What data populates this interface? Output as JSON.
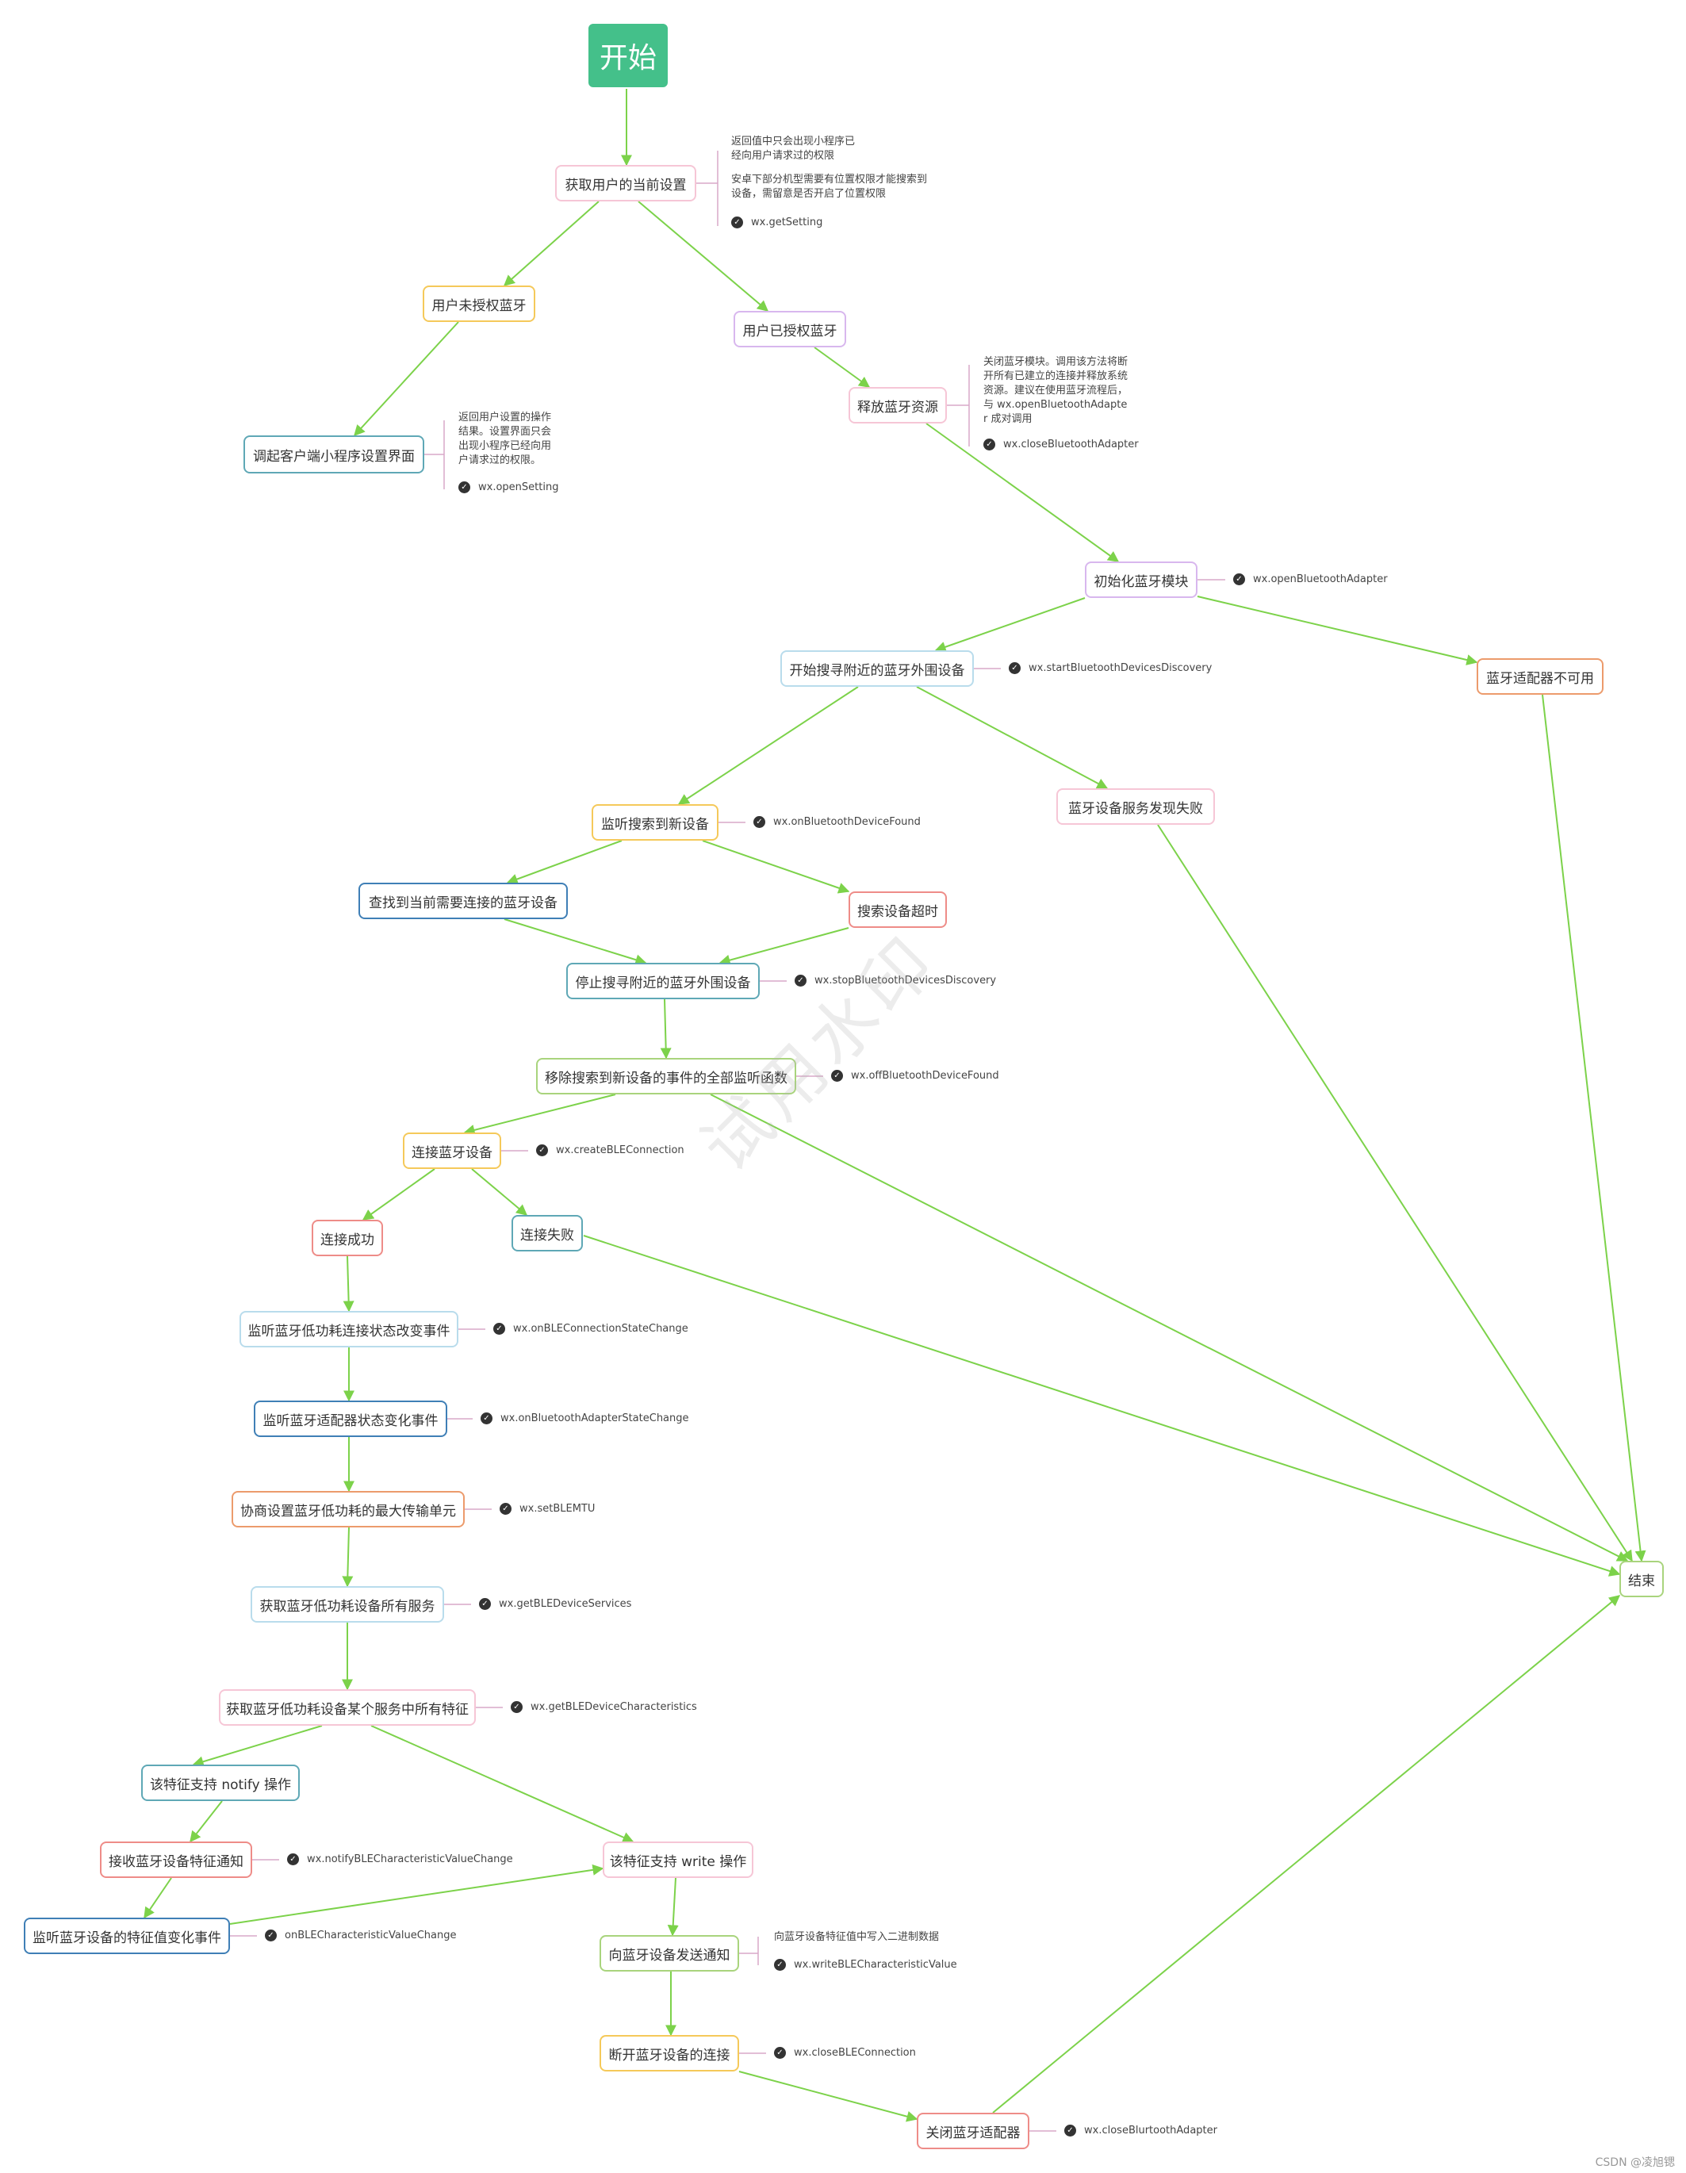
{
  "colors": {
    "edge": "#7cd24a",
    "start": "#44c08a",
    "connector": "#d9a8c8"
  },
  "nodes": {
    "start": "开始",
    "get_setting": "获取用户的当前设置",
    "not_authorized": "用户未授权蓝牙",
    "authorized": "用户已授权蓝牙",
    "open_settings_ui": "调起客户端小程序设置界面",
    "release": "释放蓝牙资源",
    "init_module": "初始化蓝牙模块",
    "start_discovery": "开始搜寻附近的蓝牙外围设备",
    "adapter_unavailable": "蓝牙适配器不可用",
    "listen_found": "监听搜索到新设备",
    "discovery_failed": "蓝牙设备服务发现失败",
    "find_target": "查找到当前需要连接的蓝牙设备",
    "search_timeout": "搜索设备超时",
    "stop_discovery": "停止搜寻附近的蓝牙外围设备",
    "remove_listeners": "移除搜索到新设备的事件的全部监听函数",
    "connect": "连接蓝牙设备",
    "connect_success": "连接成功",
    "connect_fail": "连接失败",
    "listen_conn_state": "监听蓝牙低功耗连接状态改变事件",
    "listen_adapter_state": "监听蓝牙适配器状态变化事件",
    "set_mtu": "协商设置蓝牙低功耗的最大传输单元",
    "get_services": "获取蓝牙低功耗设备所有服务",
    "get_characteristics": "获取蓝牙低功耗设备某个服务中所有特征",
    "notify_supported": "该特征支持 notify 操作",
    "receive_notify": "接收蓝牙设备特征通知",
    "write_supported": "该特征支持 write 操作",
    "listen_value_change": "监听蓝牙设备的特征值变化事件",
    "send_notify": "向蓝牙设备发送通知",
    "disconnect": "断开蓝牙设备的连接",
    "close_adapter": "关闭蓝牙适配器",
    "end": "结束"
  },
  "annotations": {
    "get_setting_note1": [
      "返回值中只会出现小程序已",
      "经向用户请求过的权限"
    ],
    "get_setting_note2": [
      "安卓下部分机型需要有位置权限才能搜索到",
      "设备，需留意是否开启了位置权限"
    ],
    "get_setting_api": "wx.getSetting",
    "open_settings_note": [
      "返回用户设置的操作",
      "结果。设置界面只会",
      "出现小程序已经向用",
      "户请求过的权限。"
    ],
    "open_settings_api": "wx.openSetting",
    "release_note": [
      "关闭蓝牙模块。调用该方法将断",
      "开所有已建立的连接并释放系统",
      "资源。建议在使用蓝牙流程后，",
      "与 wx.openBluetoothAdapte",
      "r 成对调用"
    ],
    "release_api": "wx.closeBluetoothAdapter",
    "init_api": "wx.openBluetoothAdapter",
    "start_discovery_api": "wx.startBluetoothDevicesDiscovery",
    "listen_found_api": "wx.onBluetoothDeviceFound",
    "stop_discovery_api": "wx.stopBluetoothDevicesDiscovery",
    "remove_listeners_api": "wx.offBluetoothDeviceFound",
    "connect_api": "wx.createBLEConnection",
    "listen_conn_state_api": "wx.onBLEConnectionStateChange",
    "listen_adapter_state_api": "wx.onBluetoothAdapterStateChange",
    "set_mtu_api": "wx.setBLEMTU",
    "get_services_api": "wx.getBLEDeviceServices",
    "get_characteristics_api": "wx.getBLEDeviceCharacteristics",
    "receive_notify_api": "wx.notifyBLECharacteristicValueChange",
    "listen_value_change_api": "onBLECharacteristicValueChange",
    "send_notify_note": "向蓝牙设备特征值中写入二进制数据",
    "send_notify_api": "wx.writeBLECharacteristicValue",
    "disconnect_api": "wx.closeBLEConnection",
    "close_adapter_api": "wx.closeBlurtoothAdapter"
  },
  "watermark": "试用水印",
  "credit": "CSDN @凌旭锶",
  "check_glyph": "✓"
}
